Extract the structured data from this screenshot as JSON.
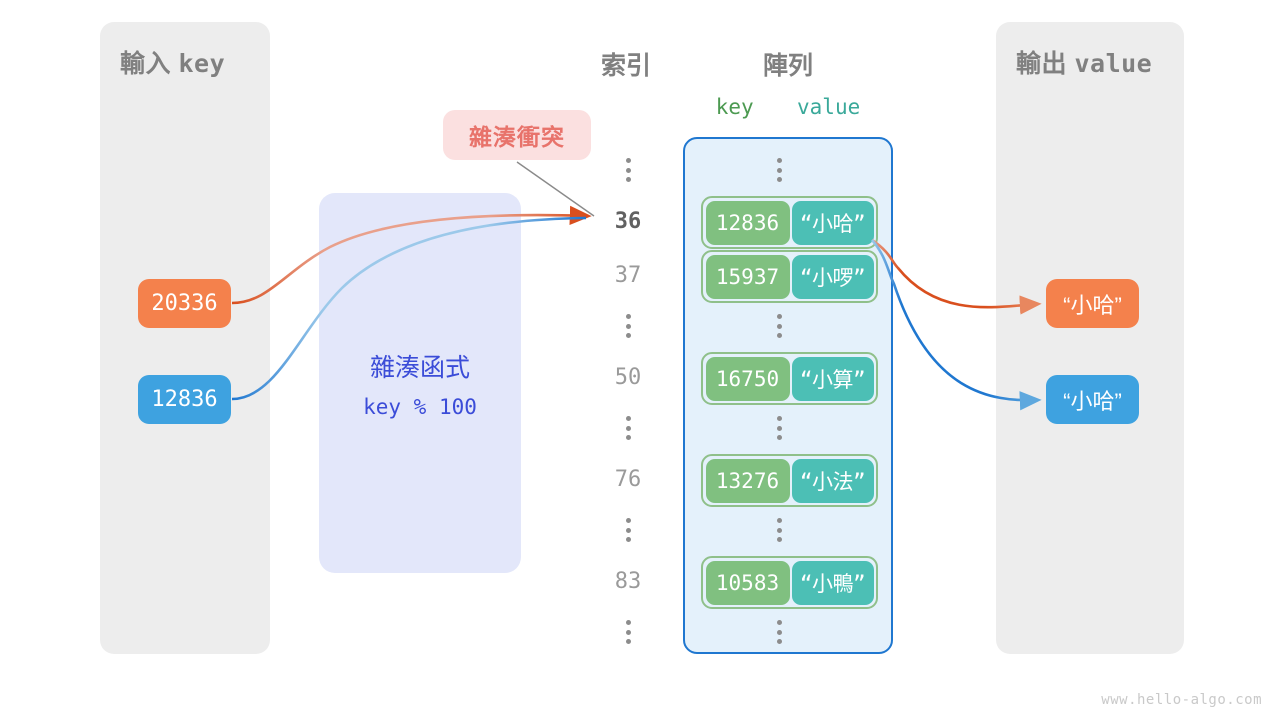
{
  "watermark": "www.hello-algo.com",
  "input_panel": {
    "title_cjk": "輸入",
    "title_mono": "key"
  },
  "output_panel": {
    "title_cjk": "輸出",
    "title_mono": "value"
  },
  "headers": {
    "index": "索引",
    "array": "陣列",
    "key": "key",
    "value": "value"
  },
  "hash_function": {
    "label": "雜湊函式",
    "expression": "key % 100"
  },
  "collision_badge": {
    "label": "雜湊衝突"
  },
  "inputs": [
    {
      "key": "20336",
      "color": "#F4814C"
    },
    {
      "key": "12836",
      "color": "#3EA2E0"
    }
  ],
  "outputs": [
    {
      "value": "“小哈”",
      "color": "#F4814C"
    },
    {
      "value": "“小哈”",
      "color": "#3EA2E0"
    }
  ],
  "rows": [
    {
      "type": "dots"
    },
    {
      "type": "entry",
      "index": "36",
      "key": "12836",
      "value": "“小哈”",
      "highlight": true
    },
    {
      "type": "entry",
      "index": "37",
      "key": "15937",
      "value": "“小啰”",
      "highlight": false
    },
    {
      "type": "dots"
    },
    {
      "type": "entry",
      "index": "50",
      "key": "16750",
      "value": "“小算”",
      "highlight": false
    },
    {
      "type": "dots"
    },
    {
      "type": "entry",
      "index": "76",
      "key": "13276",
      "value": "“小法”",
      "highlight": false
    },
    {
      "type": "dots"
    },
    {
      "type": "entry",
      "index": "83",
      "key": "10583",
      "value": "“小鴨”",
      "highlight": false
    },
    {
      "type": "dots"
    }
  ],
  "colors": {
    "panel_bg": "#EDEDED",
    "hash_bg": "#E3E7FA",
    "hash_text": "#3B4CD8",
    "array_bg": "#E4F1FB",
    "array_border": "#1F77D0",
    "key_cell": "#80C080",
    "key_border": "#8FC08A",
    "value_cell": "#4CBFB5",
    "orange": "#F4814C",
    "orange_edge": "#D94F1E",
    "blue": "#3EA2E0",
    "blue_edge": "#1F77D0",
    "badge_bg": "#FBE0E0",
    "badge_text": "#E8736B",
    "label_gray": "#808080"
  }
}
